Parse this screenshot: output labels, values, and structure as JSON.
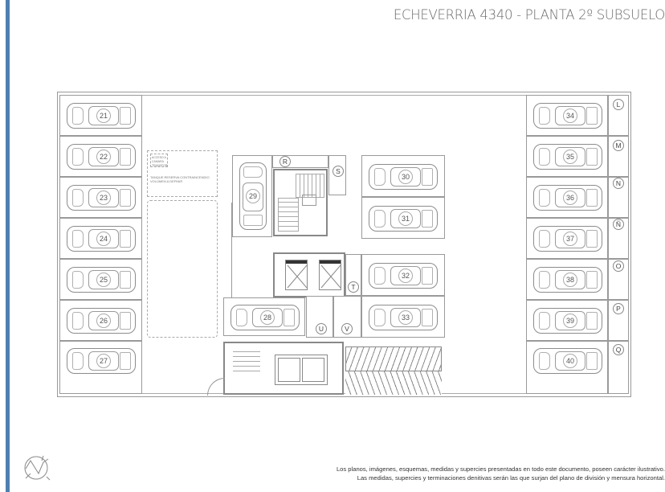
{
  "header": {
    "title": "ECHEVERRIA 4340 - PLANTA 2º SUBSUELO"
  },
  "footer": {
    "disclaimer_line1": "Los planos, imágenes, esquemas, medidas y supercies presentadas en todo este documento, poseen carácter ilustrativo.",
    "disclaimer_line2": "Las medidas, supercies y terminaciones denitivas serán las que surjan del plano de división y mensura horizontal."
  },
  "plan": {
    "left_spaces": [
      "21",
      "22",
      "23",
      "24",
      "25",
      "26",
      "27"
    ],
    "right_spaces": [
      "34",
      "35",
      "36",
      "37",
      "38",
      "39",
      "40"
    ],
    "right_storage": [
      "L",
      "M",
      "N",
      "Ñ",
      "O",
      "P",
      "Q"
    ],
    "center_spaces": {
      "p28": "28",
      "p29": "29",
      "p30": "30",
      "p31": "31",
      "p32": "32",
      "p33": "33"
    },
    "center_storage": {
      "R": "R",
      "S": "S",
      "T": "T",
      "U": "U",
      "V": "V"
    },
    "notes": {
      "small_box": "ACCESO A CAMARA TRANSFOR",
      "tank": "TANQUE RESERVA CONTRAINCENDIO VOLUMEN A DEFINIR"
    }
  },
  "colors": {
    "side_bar": "#4f7fb0",
    "lines": "#8c8c8c",
    "title": "#6b6b6b"
  }
}
